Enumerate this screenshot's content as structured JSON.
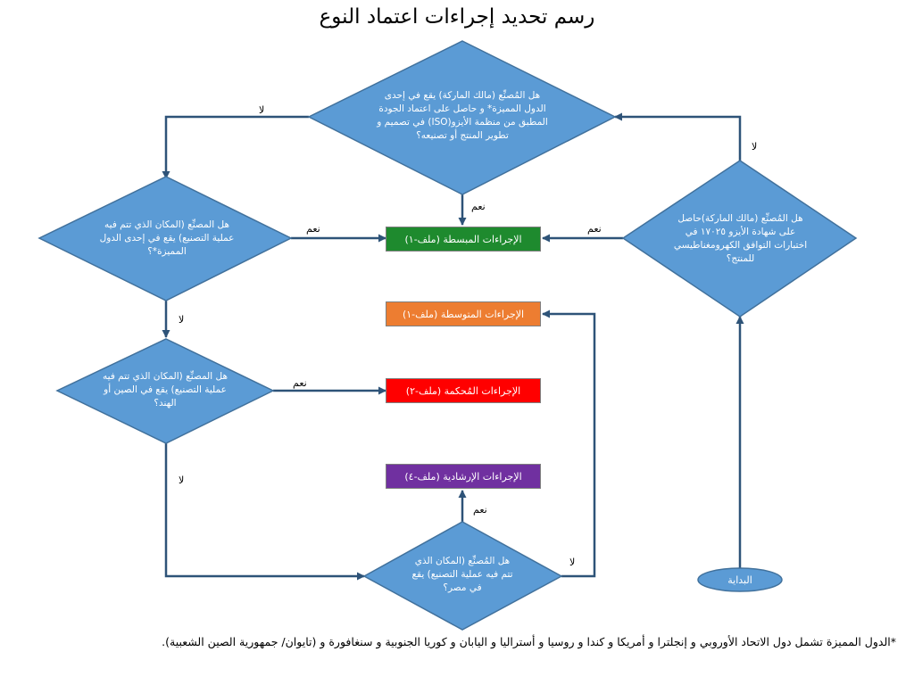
{
  "title": "رسم تحديد إجراءات اعتماد النوع",
  "colors": {
    "decision_fill": "#5b9bd5",
    "decision_stroke": "#41719c",
    "arrow": "#2e5378",
    "simplified": "#1e8a2e",
    "medium": "#ed7d31",
    "strict": "#ff0000",
    "guidance": "#7030a0"
  },
  "decisions": {
    "d_top": "هل المُصنِّع (مالك الماركة) يقع في إحدى الدول المميزة* و حاصل على اعتماد الجودة المطبق من منظمة الأيزو(ISO) في تصميم و تطوير المنتج أو تصنيعه؟",
    "d_right": "هل المُصنِّع (مالك الماركة)حاصل على شهادة الأيزو ١٧٠٢٥ في اختبارات التوافق الكهرومغناطيسي للمنتج؟",
    "d_left1": "هل المصنِّع (المكان الذي تتم فيه عملية التصنيع) يقع في إحدى الدول المميزة*؟",
    "d_left2": "هل المصنِّع (المكان الذي تتم فيه عملية التصنيع) يقع في الصين أو الهند؟",
    "d_bottom": "هل المُصنِّع (المكان الذي تتم فيه عملية التصنيع) يقع في مصر؟"
  },
  "procedures": {
    "simplified": "الإجراءات المبسطة (ملف-١)",
    "medium": "الإجراءات المتوسطة (ملف-١)",
    "strict": "الإجراءات المُحكمة (ملف-٢)",
    "guidance": "الإجراءات الإرشادية (ملف-٤)"
  },
  "start_label": "البداية",
  "labels": {
    "yes": "نعم",
    "no": "لا"
  },
  "footnote": "*الدول المميزة  تشمل دول الاتحاد الأوروبي و إنجلترا و أمريكا و كندا و روسيا و أستراليا و اليابان و كوريا الجنوبية و سنغافورة و (تايوان/ جمهورية الصين الشعبية)."
}
